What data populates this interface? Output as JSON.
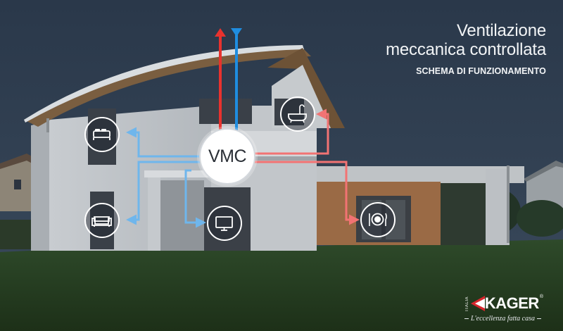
{
  "title": {
    "line1": "Ventilazione",
    "line2": "meccanica controllata",
    "subtitle": "SCHEMA DI FUNZIONAMENTO"
  },
  "hub": {
    "label": "VMC"
  },
  "rooms": [
    {
      "id": "bedroom",
      "icon": "bed-icon",
      "flow": "supply"
    },
    {
      "id": "living-room",
      "icon": "sofa-icon",
      "flow": "supply"
    },
    {
      "id": "tv-room",
      "icon": "tv-icon",
      "flow": "supply"
    },
    {
      "id": "bathroom",
      "icon": "bathtub-icon",
      "flow": "extract"
    },
    {
      "id": "kitchen",
      "icon": "plate-cutlery-icon",
      "flow": "extract"
    }
  ],
  "colors": {
    "supply": "#6fb6ec",
    "extract": "#f27373",
    "exhaust_out": "#e8322e",
    "fresh_in": "#1f8de0"
  },
  "logo": {
    "country": "ITALIA",
    "brand": "KAGER",
    "registered": "®",
    "tagline": "L'eccellenza fatta casa"
  }
}
